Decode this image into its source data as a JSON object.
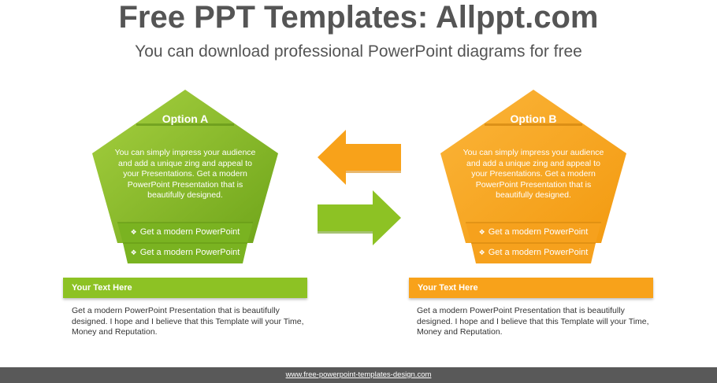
{
  "header": {
    "title": "Free PPT Templates: Allppt.com",
    "subtitle": "You can download professional PowerPoint diagrams for free"
  },
  "options": [
    {
      "title": "Option A",
      "body": "You can simply impress your audience and add a unique zing and appeal to your Presentations. Get a modern PowerPoint  Presentation that is beautifully designed.",
      "bullets": [
        "Get a modern PowerPoint",
        "Get a modern PowerPoint"
      ],
      "color": "#8dc224"
    },
    {
      "title": "Option B",
      "body": "You can simply impress your audience and add a unique zing and appeal to your Presentations. Get a modern PowerPoint  Presentation that is beautifully designed.",
      "bullets": [
        "Get a modern PowerPoint",
        "Get a modern PowerPoint"
      ],
      "color": "#f8a21a"
    }
  ],
  "arrows": {
    "left_color": "#f8a21a",
    "right_color": "#8dc224"
  },
  "panels": [
    {
      "heading": "Your Text Here",
      "text": "Get a modern PowerPoint  Presentation that is beautifully designed.  I hope and I believe that this Template will your Time, Money and Reputation.",
      "color": "#8dc224"
    },
    {
      "heading": "Your Text Here",
      "text": "Get a modern PowerPoint  Presentation that is beautifully designed.  I hope and I believe that this Template will your Time, Money and Reputation.",
      "color": "#f8a21a"
    }
  ],
  "footer": {
    "url": "www.free-powerpoint-templates-design.com"
  }
}
